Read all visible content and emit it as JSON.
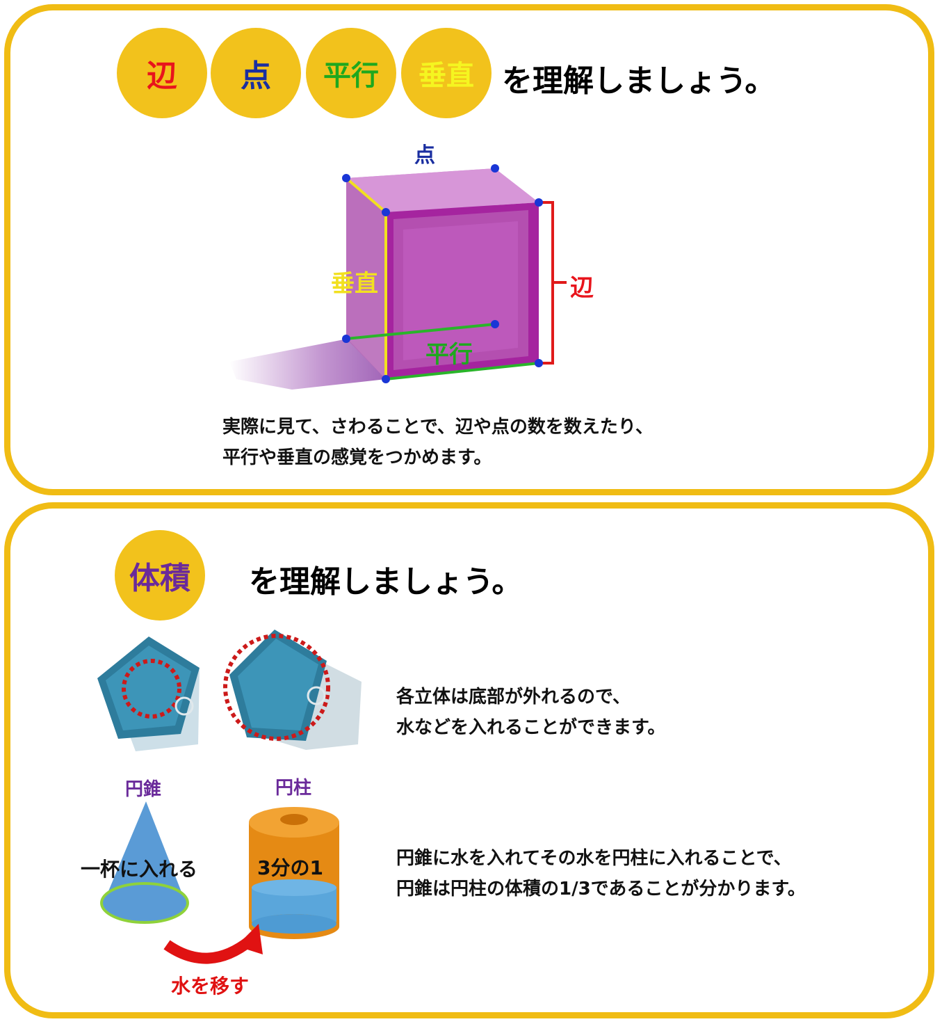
{
  "section1": {
    "badges": [
      {
        "label": "辺",
        "color": "#e8141c"
      },
      {
        "label": "点",
        "color": "#1a2ea0"
      },
      {
        "label": "平行",
        "color": "#1ea81e"
      },
      {
        "label": "垂直",
        "color": "#f5f520"
      }
    ],
    "heading": "を理解しましょう。",
    "cube_labels": {
      "vertex": "点",
      "edge": "辺",
      "perpendicular": "垂直",
      "parallel": "平行"
    },
    "body": [
      "実際に見て、さわることで、辺や点の数を数えたり、",
      "平行や垂直の感覚をつかめます。"
    ]
  },
  "section2": {
    "badge": {
      "label": "体積",
      "color": "#6a2a9a"
    },
    "heading": "を理解しましょう。",
    "body1": [
      "各立体は底部が外れるので、",
      "水などを入れることができます。"
    ],
    "cone_label": "円錐",
    "cylinder_label": "円柱",
    "fill_label": "一杯に入れる",
    "fraction_label": "3分の1",
    "transfer_label": "水を移す",
    "body2": [
      "円錐に水を入れてその水を円柱に入れることで、",
      "円錐は円柱の体積の1/3であることが分かります。"
    ]
  }
}
